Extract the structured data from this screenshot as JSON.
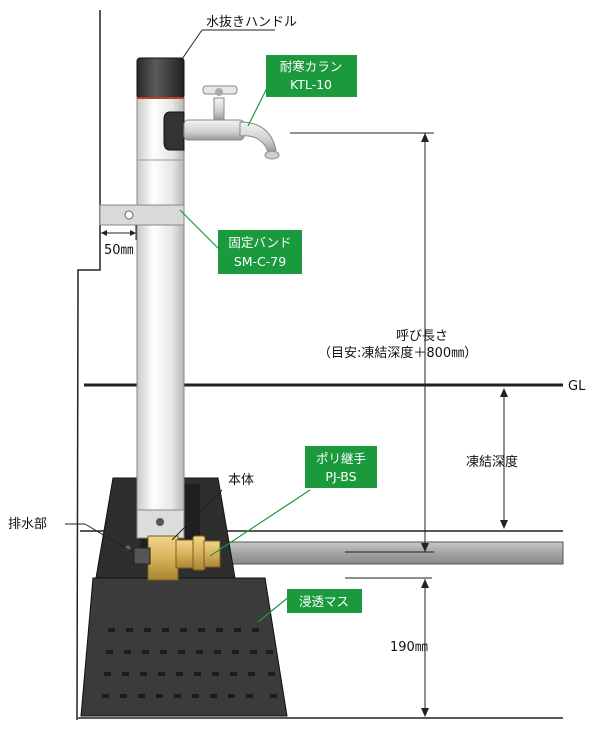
{
  "labels": {
    "handle": "水抜きハンドル",
    "faucet_name": "耐寒カラン",
    "faucet_model": "KTL-10",
    "band_name": "固定バンド",
    "band_model": "SM-C-79",
    "offset": "50㎜",
    "length_line1": "呼び長さ",
    "length_line2": "（目安:凍結深度＋800㎜）",
    "gl": "GL",
    "freeze_depth": "凍結深度",
    "joint_name": "ポリ継手",
    "joint_model": "PJ-BS",
    "body": "本体",
    "drain": "排水部",
    "basin": "浸透マス",
    "depth_190": "190㎜"
  },
  "colors": {
    "callout_green": "#1a9a3c",
    "basin_dark": "#3b3b3b",
    "brass": "#d8b25a",
    "pipe": "#a9a9a9"
  }
}
